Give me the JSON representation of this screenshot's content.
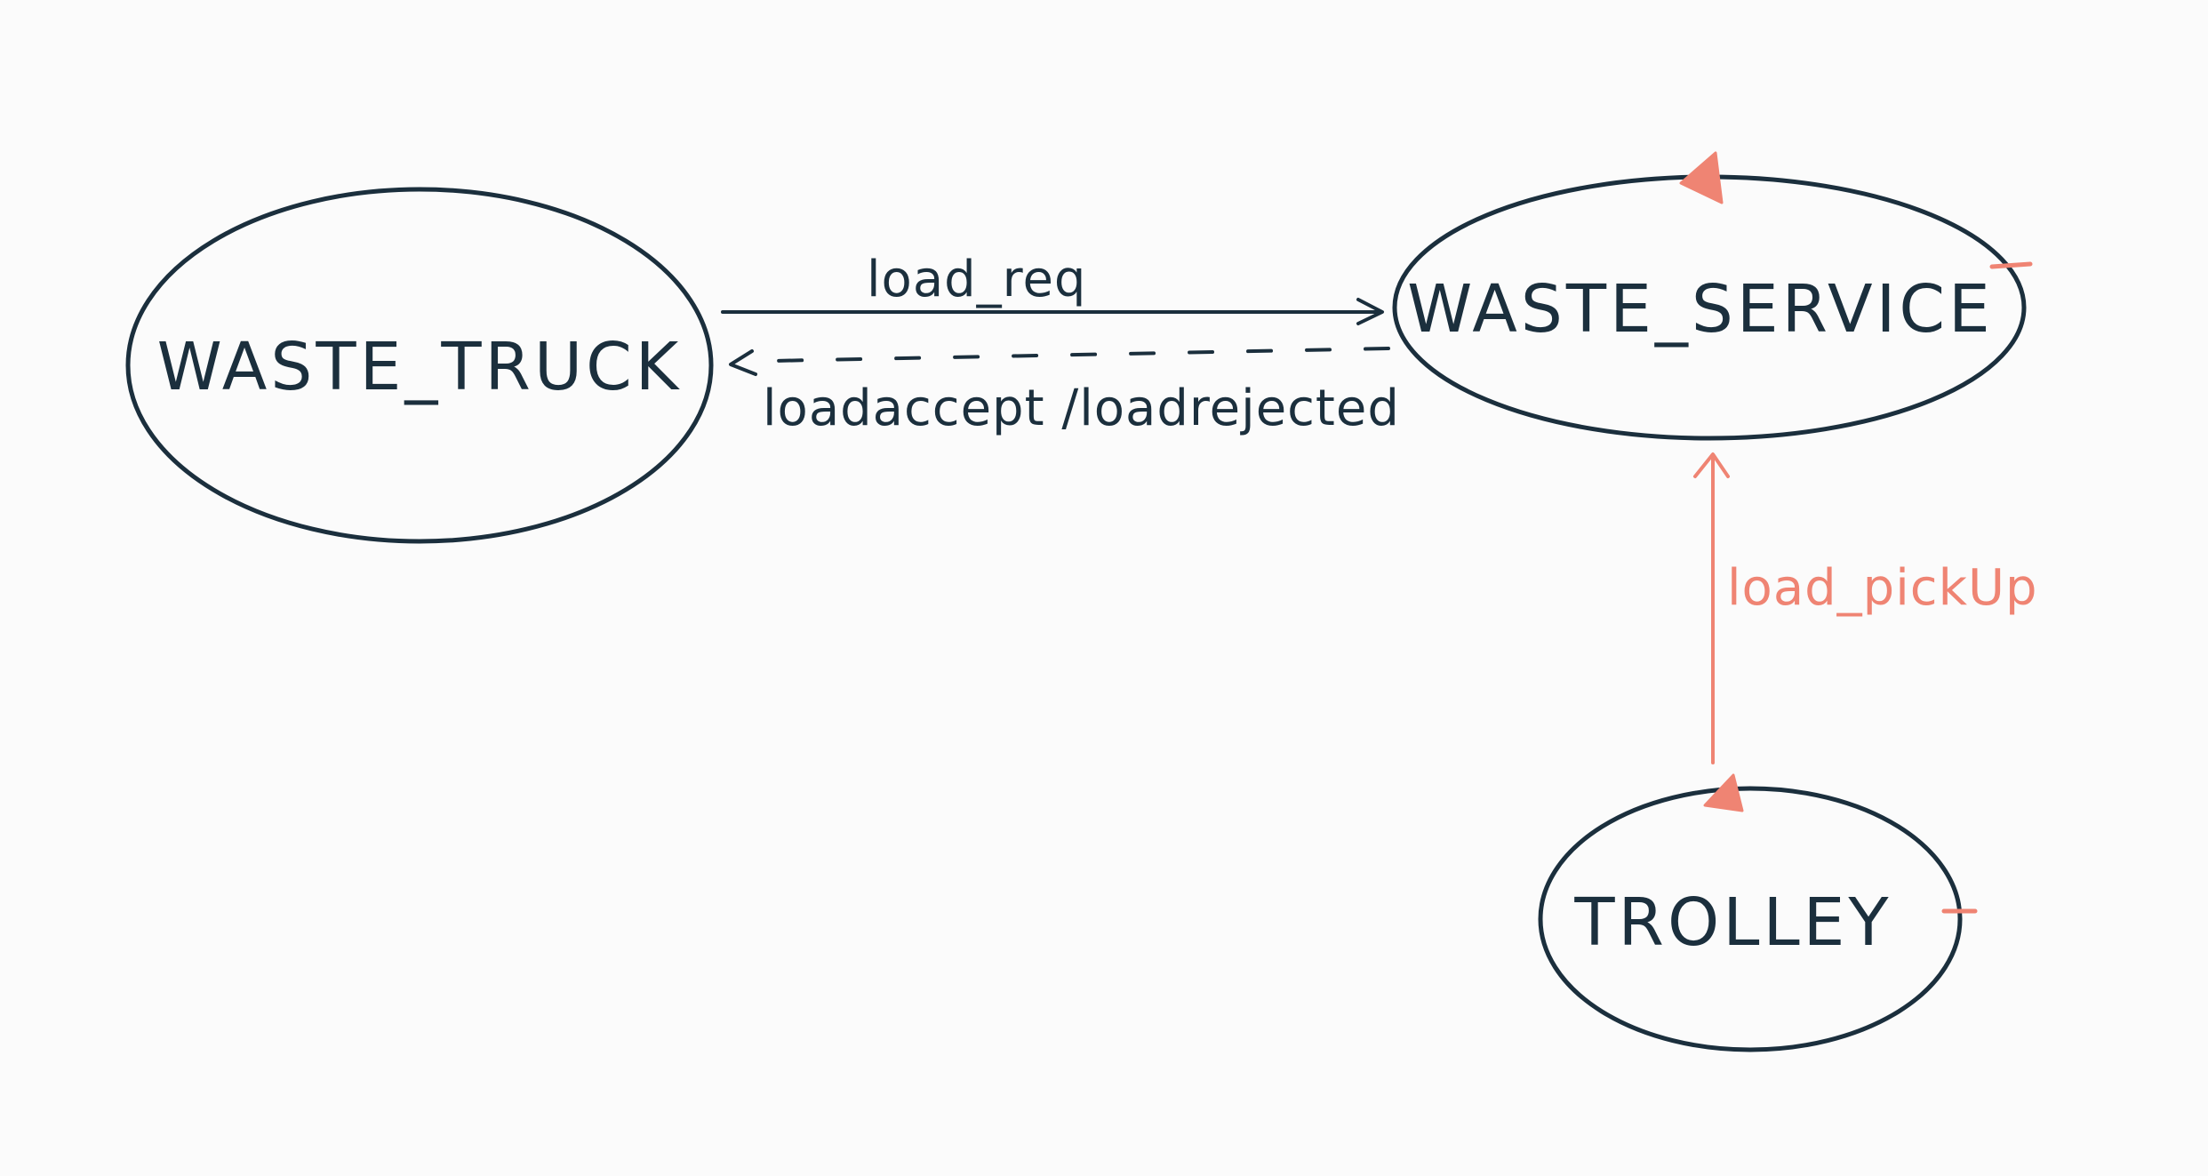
{
  "nodes": {
    "waste_truck": {
      "label": "WASTE_TRUCK"
    },
    "waste_service": {
      "label": "WASTE_SERVICE"
    },
    "trolley": {
      "label": "TROLLEY"
    }
  },
  "edges": {
    "load_req": {
      "label": "load_req",
      "style": "solid"
    },
    "load_response": {
      "label": "loadaccept /loadrejected",
      "style": "dashed"
    },
    "load_pickup": {
      "label": "load_pickUp",
      "style": "solid"
    }
  },
  "colors": {
    "ink": "#1b2f3d",
    "accent": "#ef8473",
    "background": "#fbfbfb"
  }
}
